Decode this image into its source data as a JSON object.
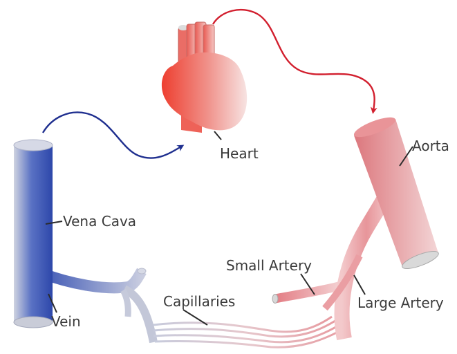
{
  "labels": {
    "heart": "Heart",
    "aorta": "Aorta",
    "vena_cava": "Vena Cava",
    "vein": "Vein",
    "capillaries": "Capillaries",
    "small_artery": "Small Artery",
    "large_artery": "Large Artery"
  },
  "colors": {
    "venous": "#3a55b4",
    "arterial": "#e58a8c",
    "heart": "#ef4b3c",
    "flow_arrow_venous": "#1f2f8f",
    "flow_arrow_arterial": "#d21f2e"
  },
  "icons": {
    "blood_flow_arrow": "curved-arrow-icon"
  }
}
